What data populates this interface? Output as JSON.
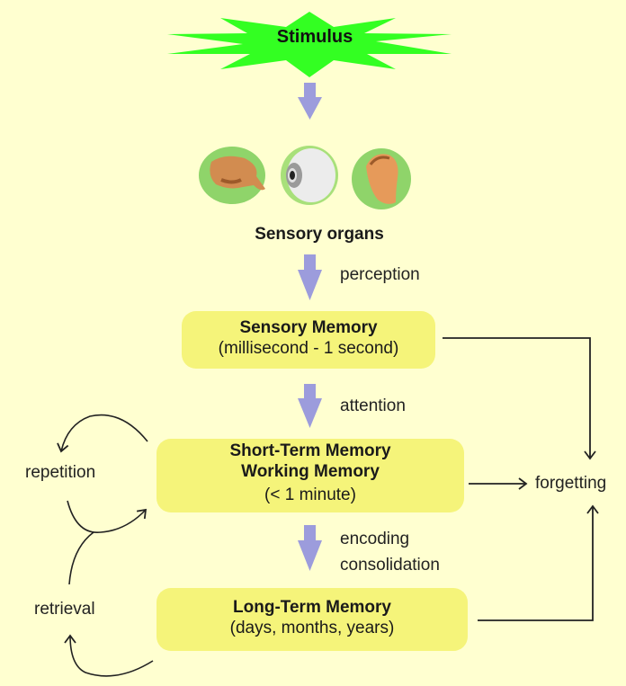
{
  "stimulus": {
    "label": "Stimulus",
    "color": "#33ff22"
  },
  "sensory_organs": {
    "label": "Sensory organs",
    "icons": [
      "hand-icon",
      "eye-icon",
      "ear-icon"
    ]
  },
  "stages": {
    "sensory_memory": {
      "title": "Sensory Memory",
      "duration": "(millisecond - 1 second)"
    },
    "short_term_memory": {
      "title_line1": "Short-Term Memory",
      "title_line2": "Working Memory",
      "duration": "(< 1 minute)"
    },
    "long_term_memory": {
      "title": "Long-Term Memory",
      "duration": "(days, months, years)"
    }
  },
  "transitions": {
    "perception": "perception",
    "attention": "attention",
    "encoding": "encoding",
    "consolidation": "consolidation"
  },
  "side_processes": {
    "repetition": "repetition",
    "retrieval": "retrieval",
    "forgetting": "forgetting"
  },
  "colors": {
    "background": "#ffffd0",
    "box": "#f5f47a",
    "flow_arrow": "#9c9cdc",
    "organ_circle": "#8fd46a"
  }
}
